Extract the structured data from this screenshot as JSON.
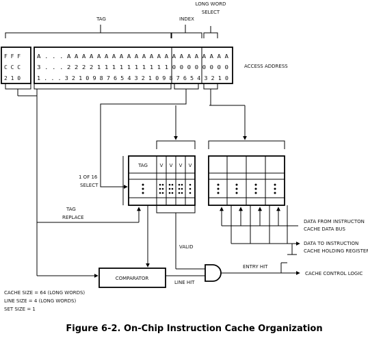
{
  "labels": {
    "tag": "TAG",
    "index": "INDEX",
    "long_word_select_1": "LONG WORD",
    "long_word_select_2": "SELECT",
    "access_address": "ACCESS ADDRESS",
    "one_of_16_1": "1 OF 16",
    "one_of_16_2": "SELECT",
    "tag_replace_1": "TAG",
    "tag_replace_2": "REPLACE",
    "table_tag": "TAG",
    "valid": "VALID",
    "comparator": "COMPARATOR",
    "line_hit": "LINE HIT",
    "entry_hit": "ENTRY HIT",
    "data_from_1": "DATA FROM INSTRUCTON",
    "data_from_2": "CACHE DATA BUS",
    "data_to_1": "DATA TO INSTRUCTION",
    "data_to_2": "CACHE HOLDING REGISTER",
    "cache_control": "CACHE CONTROL LOGIC"
  },
  "valid_bits": [
    "V",
    "V",
    "V",
    "V"
  ],
  "address_register": {
    "fc_rows": [
      "F F F",
      "C C C",
      "2 1 0"
    ],
    "bit_rows": [
      "A . . . A A A A A A A A A A A A A A A A A A A A A A",
      "3 . . . 2 2 2 2 1 1 1 1 1 1 1 1 1 1 0 0 0 0 0 0 0 0",
      "1 . . . 3 2 1 0 9 8 7 6 5 4 3 2 1 0 9 8 7 6 5 4 3 2 1 0"
    ]
  },
  "notes": [
    "CACHE SIZE = 64 (LONG WORDS)",
    "LINE SIZE = 4 (LONG WORDS)",
    "SET SIZE = 1"
  ],
  "caption": "Figure 6-2. On-Chip Instruction Cache Organization"
}
